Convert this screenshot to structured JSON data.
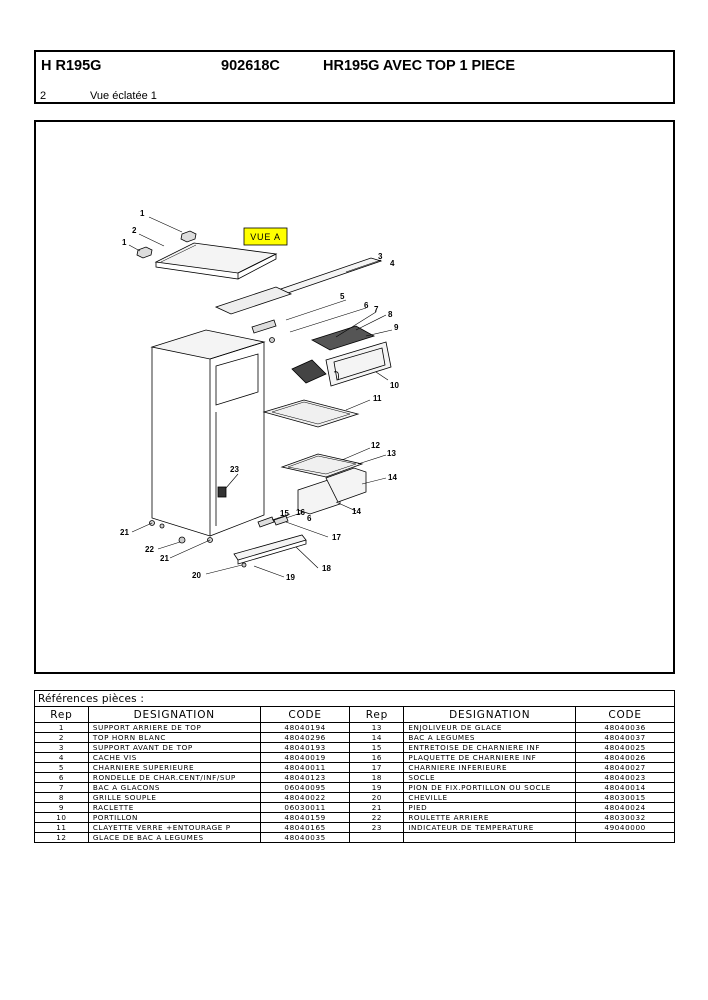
{
  "header": {
    "model": "H R195G",
    "code": "902618C",
    "description": "HR195G AVEC TOP 1 PIECE",
    "page_number": "2",
    "view_title": "Vue éclatée 1"
  },
  "drawing": {
    "view_label": "VUE A",
    "view_label_color": "#ffff00",
    "callouts": [
      "1",
      "2",
      "1",
      "3",
      "4",
      "5",
      "6",
      "7",
      "8",
      "9",
      "10",
      "11",
      "12",
      "13",
      "14",
      "23",
      "15",
      "16",
      "6",
      "14",
      "17",
      "21",
      "22",
      "21",
      "20",
      "18",
      "19"
    ]
  },
  "parts_table": {
    "caption": "Références pièces  :",
    "headers": [
      "Rep",
      "DESIGNATION",
      "CODE",
      "Rep",
      "DESIGNATION",
      "CODE"
    ],
    "rows": [
      {
        "rep_a": "1",
        "des_a": "SUPPORT ARRIERE DE TOP",
        "code_a": "48040194",
        "rep_b": "13",
        "des_b": "ENJOLIVEUR DE GLACE",
        "code_b": "48040036"
      },
      {
        "rep_a": "2",
        "des_a": "TOP HORN BLANC",
        "code_a": "48040296",
        "rep_b": "14",
        "des_b": "BAC A LEGUMES",
        "code_b": "48040037"
      },
      {
        "rep_a": "3",
        "des_a": "SUPPORT AVANT DE TOP",
        "code_a": "48040193",
        "rep_b": "15",
        "des_b": "ENTRETOISE DE CHARNIERE INF",
        "code_b": "48040025"
      },
      {
        "rep_a": "4",
        "des_a": "CACHE VIS",
        "code_a": "48040019",
        "rep_b": "16",
        "des_b": "PLAQUETTE DE CHARNIERE INF",
        "code_b": "48040026"
      },
      {
        "rep_a": "5",
        "des_a": "CHARNIERE SUPERIEURE",
        "code_a": "48040011",
        "rep_b": "17",
        "des_b": "CHARNIERE INFERIEURE",
        "code_b": "48040027"
      },
      {
        "rep_a": "6",
        "des_a": "RONDELLE DE CHAR.CENT/INF/SUP",
        "code_a": "48040123",
        "rep_b": "18",
        "des_b": "SOCLE",
        "code_b": "48040023"
      },
      {
        "rep_a": "7",
        "des_a": "BAC A GLACONS",
        "code_a": "06040095",
        "rep_b": "19",
        "des_b": "PION DE FIX.PORTILLON OU SOCLE",
        "code_b": "48040014"
      },
      {
        "rep_a": "8",
        "des_a": "GRILLE SOUPLE",
        "code_a": "48040022",
        "rep_b": "20",
        "des_b": "CHEVILLE",
        "code_b": "48030015"
      },
      {
        "rep_a": "9",
        "des_a": "RACLETTE",
        "code_a": "06030011",
        "rep_b": "21",
        "des_b": "PIED",
        "code_b": "48040024"
      },
      {
        "rep_a": "10",
        "des_a": "PORTILLON",
        "code_a": "48040159",
        "rep_b": "22",
        "des_b": "ROULETTE ARRIERE",
        "code_b": "48030032"
      },
      {
        "rep_a": "11",
        "des_a": "CLAYETTE VERRE +ENTOURAGE P",
        "code_a": "48040165",
        "rep_b": "23",
        "des_b": "INDICATEUR DE TEMPERATURE",
        "code_b": "49040000"
      },
      {
        "rep_a": "12",
        "des_a": "GLACE DE BAC A LEGUMES",
        "code_a": "48040035",
        "rep_b": "",
        "des_b": "",
        "code_b": ""
      }
    ]
  }
}
